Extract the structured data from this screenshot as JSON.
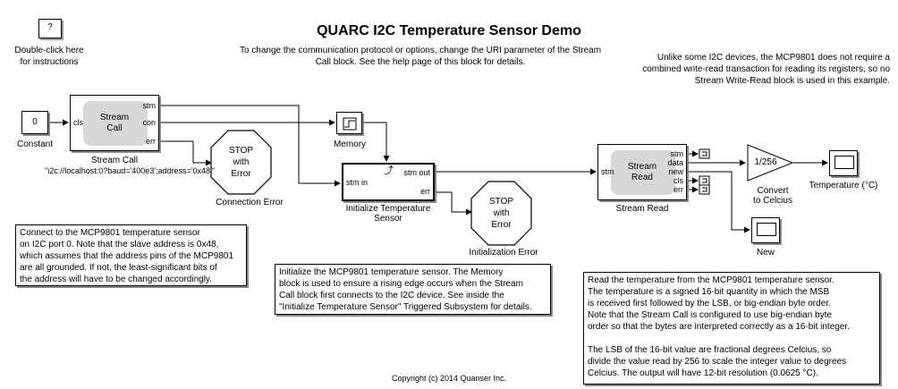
{
  "title": "QUARC I2C Temperature Sensor Demo",
  "subtitle": "To change the communication protocol or options, change the URI parameter of the Stream Call block. See the help page of this block for details.",
  "note_top_right": "Unlike some I2C devices, the MCP9801 does not require a combined write-read transaction for reading its registers, so no Stream Write-Read block is used in this example.",
  "help_block": {
    "glyph": "?",
    "caption_line1": "Double-click here",
    "caption_line2": "for instructions"
  },
  "constant": {
    "value": "0",
    "label": "Constant"
  },
  "stream_call": {
    "text_line1": "Stream",
    "text_line2": "Call",
    "port_in": "cls",
    "port_stm": "stm",
    "port_con": "con",
    "port_err": "err",
    "label": "Stream Call",
    "uri": "\"i2c://localhost:0?baud='400e3';address='0x48'\""
  },
  "memory": {
    "label": "Memory"
  },
  "stop_connection": {
    "line1": "STOP",
    "line2": "with",
    "line3": "Error",
    "label": "Connection Error"
  },
  "init_sensor": {
    "port_in": "stm in",
    "port_out": "stm out",
    "port_err": "err",
    "trigger": "⤴",
    "label_line1": "Initialize Temperature",
    "label_line2": "Sensor"
  },
  "stop_init": {
    "line1": "STOP",
    "line2": "with",
    "line3": "Error",
    "label": "Initialization Error"
  },
  "stream_read": {
    "text_line1": "Stream",
    "text_line2": "Read",
    "port_in": "stm",
    "port_stm": "stm",
    "port_data": "data",
    "port_new": "new",
    "port_cls": "cls",
    "port_err": "err",
    "label": "Stream Read"
  },
  "gain": {
    "value": "1/256",
    "label_line1": "Convert",
    "label_line2": "to Celcius"
  },
  "scope_temp": {
    "label": "Temperature (°C)"
  },
  "scope_new": {
    "label": "New"
  },
  "note_connect": [
    "Connect to the MCP9801 temperature sensor",
    "on I2C port 0. Note that the slave address is 0x48,",
    "which assumes that the address pins of the MCP9801",
    "are all grounded. If not, the least-significant bits of",
    "the address will have to be changed accordingly."
  ],
  "note_init": [
    "Initialize the MCP9801 temperature sensor. The Memory",
    "block is used to ensure a rising edge occurs when the Stream",
    "Call block first connects to the I2C device. See inside the",
    "\"Initialize Temperature Sensor\" Triggered Subsystem for details."
  ],
  "note_read": [
    "Read the temperature from the MCP9801 temperature sensor.",
    "The temperature is a signed 16-bit quantity in which the MSB",
    "is received first followed by the LSB, or big-endian byte order.",
    "Note that the Stream Call is configured to use big-endian byte",
    "order so that the bytes are interpreted correctly as a 16-bit integer.",
    "",
    "The LSB of the 16-bit value are fractional degrees Celcius, so",
    "divide the value read by 256 to scale the integer value to degrees",
    "Celcius. The output will have 12-bit resolution (0.0625 °C)."
  ],
  "copyright": "Copyright (c) 2014 Quanser Inc."
}
